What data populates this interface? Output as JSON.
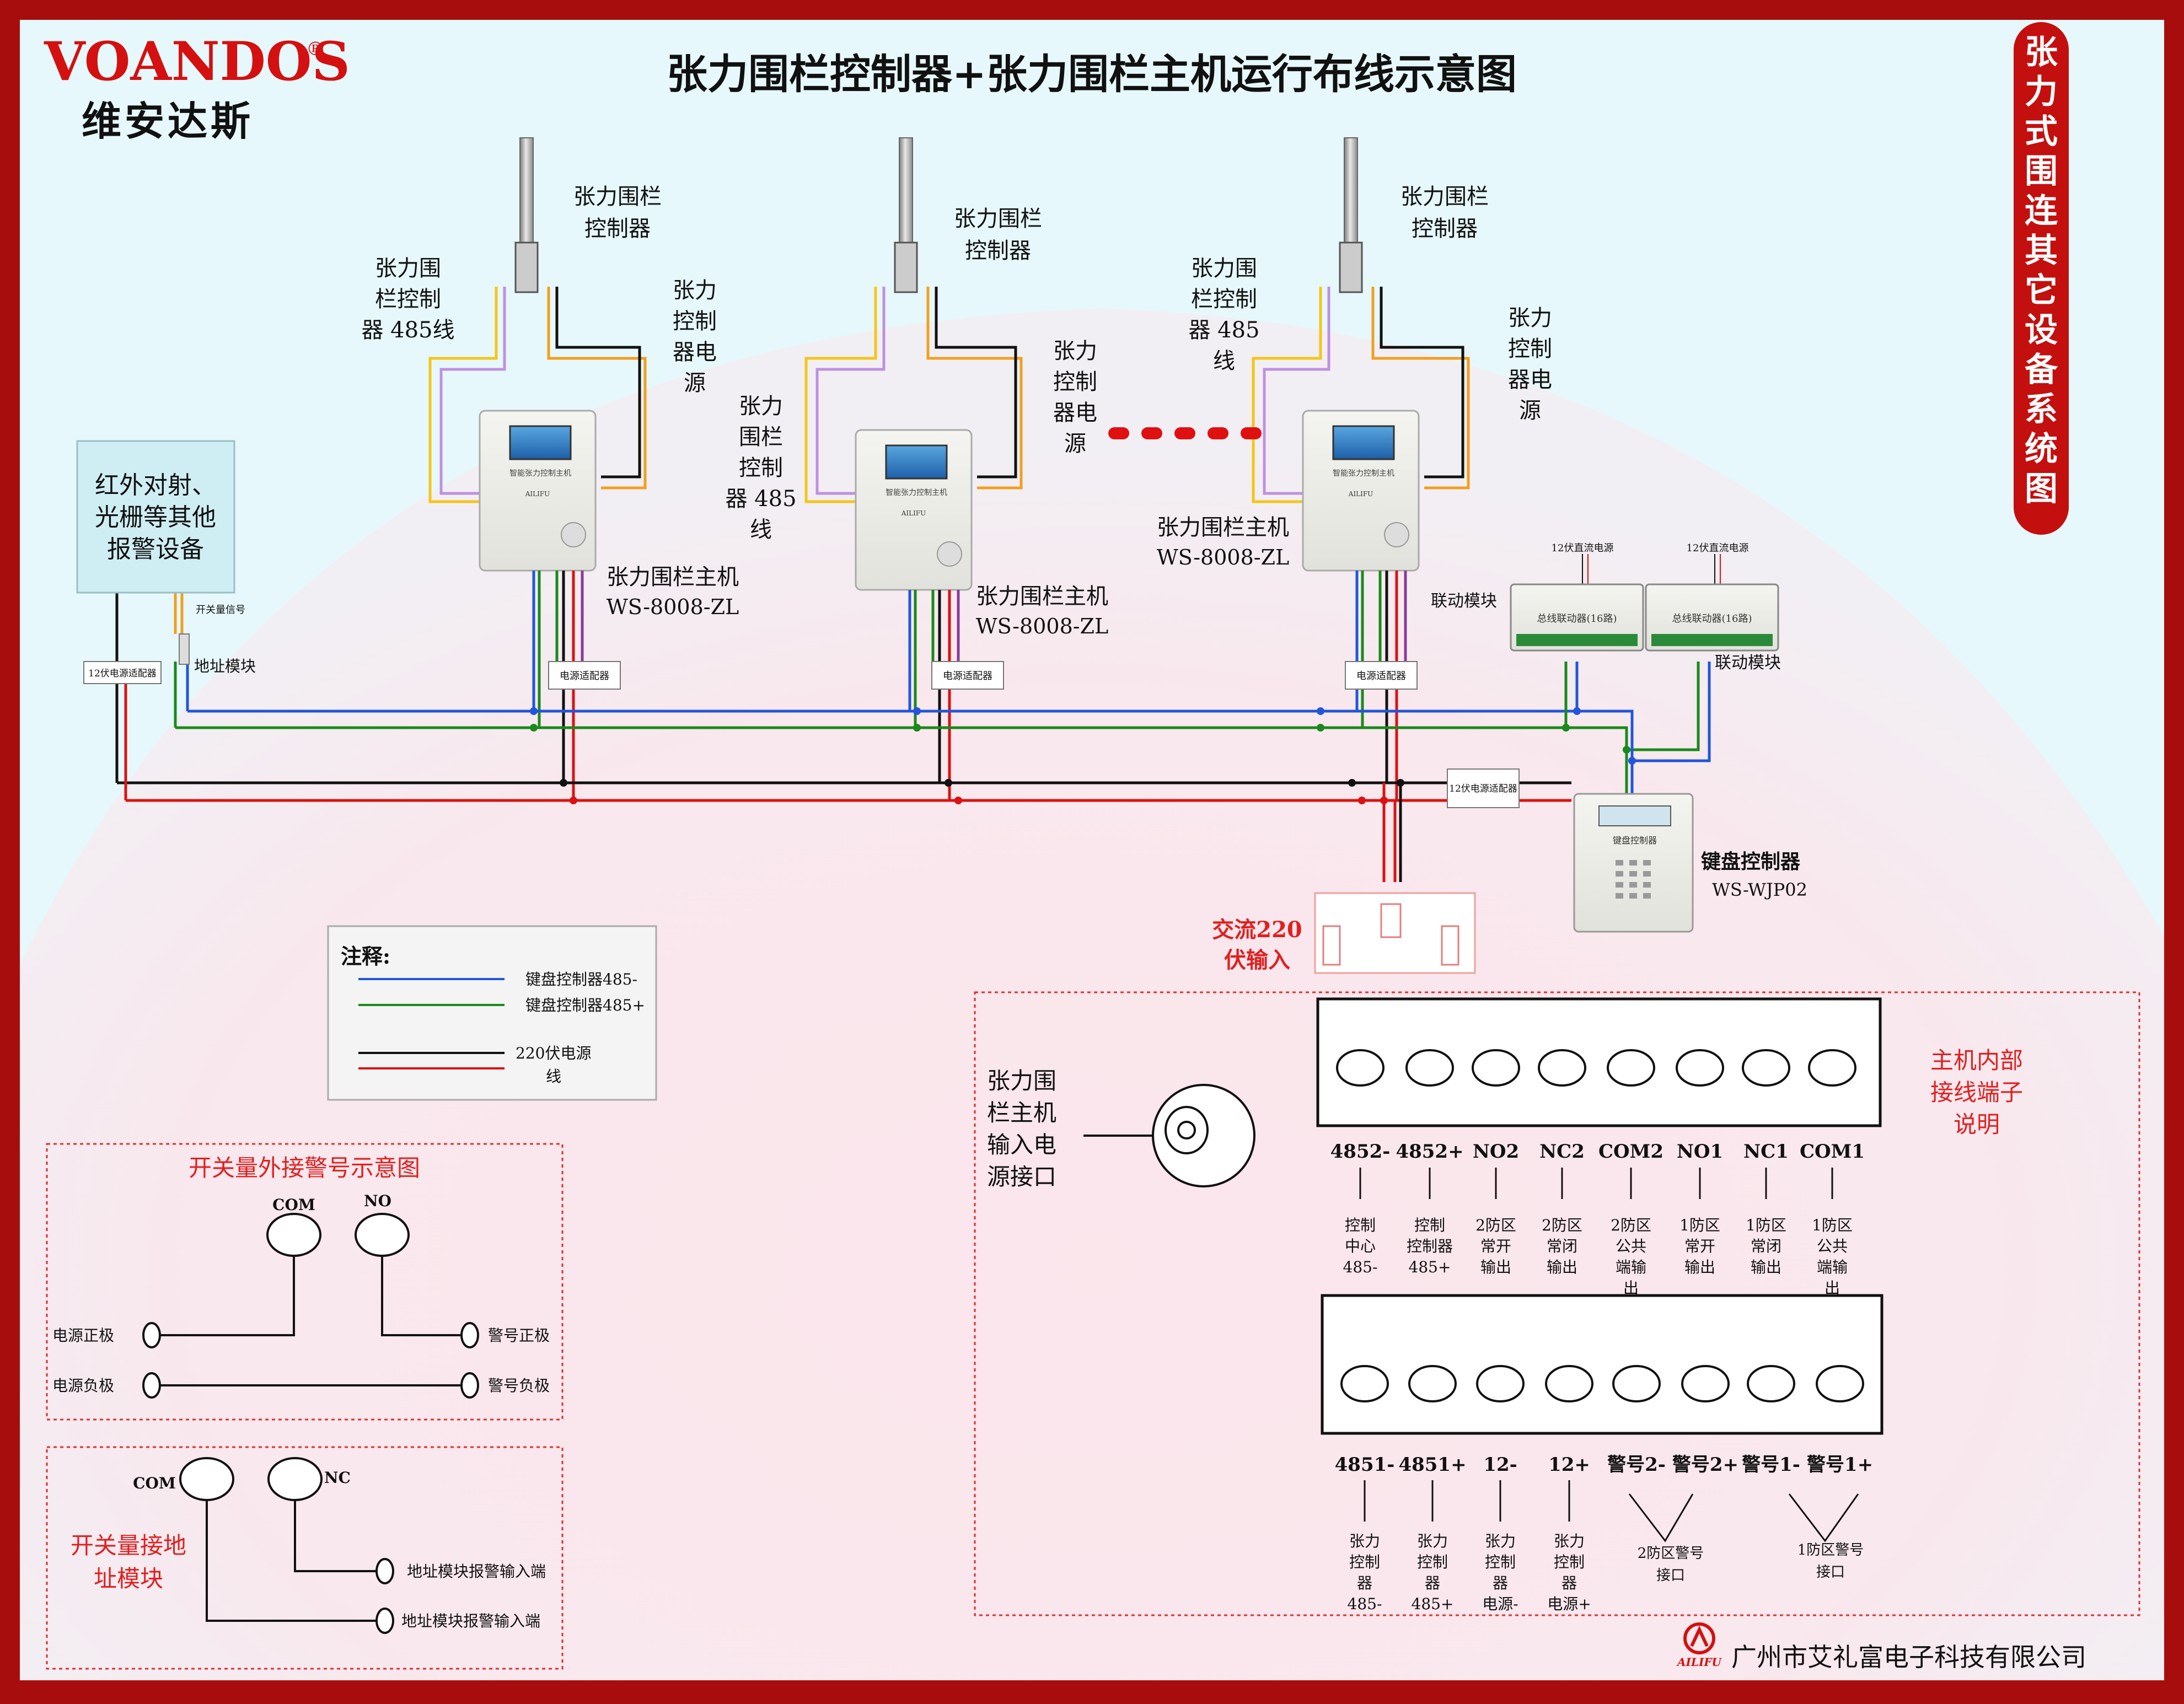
{
  "brand": {
    "logo_text": "VOANDOS",
    "registered_mark": "®",
    "name_cn": "维安达斯"
  },
  "title": "张力围栏控制器+张力围栏主机运行布线示意图",
  "side_banner": "张力式围连其它设备系统图",
  "units": [
    {
      "controller_label": [
        "张力围栏",
        "控制器"
      ],
      "line485_label": [
        "张力围",
        "栏控制",
        "器 485线"
      ],
      "power_label": [
        "张力",
        "控制",
        "器电",
        "源"
      ],
      "host_label": [
        "张力围栏主机",
        "WS-8008-ZL"
      ],
      "adapter_label": "电源适配器",
      "screen_title": "智能张力控制主机"
    },
    {
      "controller_label": [
        "张力围栏",
        "控制器"
      ],
      "line485_label": [
        "张力",
        "围栏",
        "控制",
        "器 485",
        "线"
      ],
      "power_label": [
        "张力",
        "控制",
        "器电",
        "源"
      ],
      "host_label": [
        "张力围栏主机",
        "WS-8008-ZL"
      ],
      "adapter_label": "电源适配器",
      "screen_title": "智能张力控制主机"
    },
    {
      "controller_label": [
        "张力围栏",
        "控制器"
      ],
      "line485_label": [
        "张力围",
        "栏控制",
        "器 485",
        "线"
      ],
      "power_label": [
        "张力",
        "控制",
        "器电",
        "源"
      ],
      "host_label": [
        "张力围栏主机",
        "WS-8008-ZL"
      ],
      "adapter_label": "电源适配器",
      "screen_title": "智能张力控制主机"
    }
  ],
  "host_brand": "AILIFU",
  "infrared": {
    "label": [
      "红外对射、",
      "光栅等其他",
      "报警设备"
    ],
    "switch_signal": "开关量信号",
    "address_module": "地址模块",
    "adapter12": "12伏电源适配器"
  },
  "linkage": {
    "label_left": "联动模块",
    "label_right": "联动模块",
    "psu": "12伏直流电源",
    "box_title": "总线联动器(16路)"
  },
  "keyboard": {
    "name": "键盘控制器",
    "model": "WS-WJP02",
    "screen": "键盘控制器",
    "adapter12": "12伏电源适配器"
  },
  "ac_input": [
    "交流220",
    "伏输入"
  ],
  "legend": {
    "title": "注释:",
    "items": [
      {
        "label": "键盘控制器485-",
        "color": "#2255dd"
      },
      {
        "label": "键盘控制器485+",
        "color": "#1a8a1a"
      },
      {
        "label": "220伏电源",
        "label2": "线",
        "color": "#111111",
        "color2": "#dd1111"
      }
    ]
  },
  "switch_diagram": {
    "title": "开关量外接警号示意图",
    "com": "COM",
    "no": "NO",
    "power_pos": "电源正极",
    "power_neg": "电源负极",
    "alarm_pos": "警号正极",
    "alarm_neg": "警号负极"
  },
  "address_diagram": {
    "title": [
      "开关量接地",
      "址模块"
    ],
    "com": "COM",
    "nc": "NC",
    "input1": "地址模块报警输入端",
    "input2": "地址模块报警输入端"
  },
  "terminal": {
    "power_jack_label": [
      "张力围",
      "栏主机",
      "输入电",
      "源接口"
    ],
    "side_note": [
      "主机内部",
      "接线端子",
      "说明"
    ],
    "top_row": [
      {
        "name": "4852-",
        "desc": [
          "控制",
          "中心",
          "485-"
        ]
      },
      {
        "name": "4852+",
        "desc": [
          "控制",
          "控制器",
          "485+"
        ]
      },
      {
        "name": "NO2",
        "desc": [
          "2防区",
          "常开",
          "输出"
        ]
      },
      {
        "name": "NC2",
        "desc": [
          "2防区",
          "常闭",
          "输出"
        ]
      },
      {
        "name": "COM2",
        "desc": [
          "2防区",
          "公共",
          "端输",
          "出"
        ]
      },
      {
        "name": "NO1",
        "desc": [
          "1防区",
          "常开",
          "输出"
        ]
      },
      {
        "name": "NC1",
        "desc": [
          "1防区",
          "常闭",
          "输出"
        ]
      },
      {
        "name": "COM1",
        "desc": [
          "1防区",
          "公共",
          "端输",
          "出"
        ]
      }
    ],
    "bottom_row": [
      {
        "name": "4851-",
        "desc": [
          "张力",
          "控制",
          "器",
          "485-"
        ]
      },
      {
        "name": "4851+",
        "desc": [
          "张力",
          "控制",
          "器",
          "485+"
        ]
      },
      {
        "name": "12-",
        "desc": [
          "张力",
          "控制",
          "器",
          "电源-"
        ]
      },
      {
        "name": "12+",
        "desc": [
          "张力",
          "控制",
          "器",
          "电源+"
        ]
      },
      {
        "name": "警号2-",
        "desc": []
      },
      {
        "name": "警号2+",
        "desc": []
      },
      {
        "name": "警号1-",
        "desc": []
      },
      {
        "name": "警号1+",
        "desc": []
      }
    ],
    "zone2_alarm": [
      "2防区警号",
      "接口"
    ],
    "zone1_alarm": [
      "1防区警号",
      "接口"
    ]
  },
  "company": {
    "logo": "AILIFU",
    "name": "广州市艾礼富电子科技有限公司"
  },
  "colors": {
    "frame": "#a80d0d",
    "background": "#e6f8fb",
    "blob": "#fbe3e8",
    "title": "#111111",
    "red_text": "#e02020",
    "wire_blue": "#2255dd",
    "wire_green": "#1a8a1a",
    "wire_black": "#111111",
    "wire_red": "#dd1111",
    "wire_orange": "#f0a020",
    "wire_yellow": "#f5c518",
    "wire_purple": "#c090e0"
  }
}
